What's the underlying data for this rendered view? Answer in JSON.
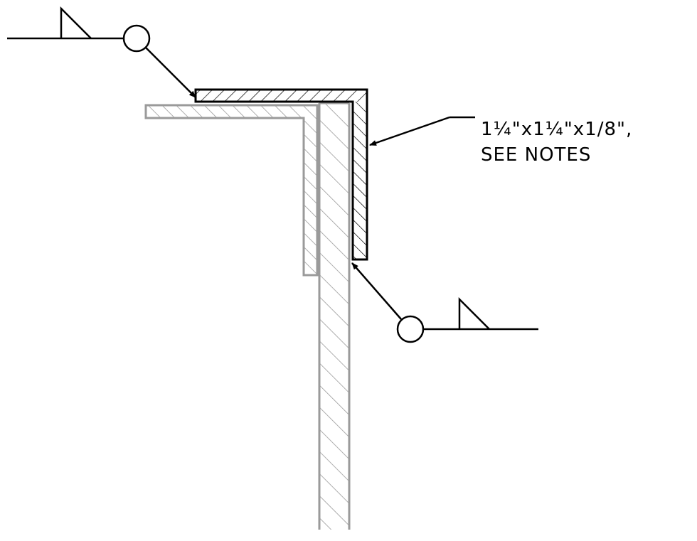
{
  "callout": {
    "line1": "1¼\"x1¼\"x1/8\",",
    "line2": "SEE NOTES"
  },
  "colors": {
    "ink": "#000000",
    "existing": "#9a9a9a",
    "background": "#ffffff"
  },
  "symbols": {
    "weld_top": "fillet-weld-all-around-symbol",
    "weld_bottom": "fillet-weld-all-around-symbol"
  }
}
